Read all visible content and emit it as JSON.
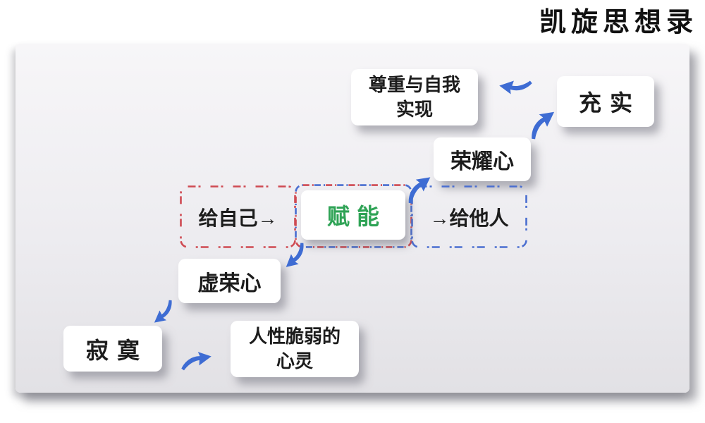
{
  "header": {
    "title": "凯旋思想录"
  },
  "colors": {
    "arrow_blue": "#3e6cd3",
    "dash_red": "#cf4a52",
    "dash_blue": "#4a6ed0",
    "empower_green": "#2fa356",
    "text_black": "#1c1c1c"
  },
  "diagram": {
    "center_row": {
      "give_self": "给自己→",
      "empower": "赋能",
      "give_others": "→给他人"
    },
    "nodes": {
      "esteem": "尊重与自我\n实现",
      "fulfillment": "充实",
      "honor": "荣耀心",
      "vanity": "虚荣心",
      "loneliness": "寂寞",
      "fragile": "人性脆弱的\n心灵"
    },
    "arrows": [
      {
        "name": "empower-to-honor",
        "direction": "up-right"
      },
      {
        "name": "honor-to-fulfillment",
        "direction": "up-right"
      },
      {
        "name": "fulfillment-to-esteem",
        "direction": "left"
      },
      {
        "name": "center-to-vanity",
        "direction": "down-left"
      },
      {
        "name": "vanity-to-loneliness",
        "direction": "down-left"
      },
      {
        "name": "loneliness-to-fragile",
        "direction": "right"
      }
    ]
  }
}
